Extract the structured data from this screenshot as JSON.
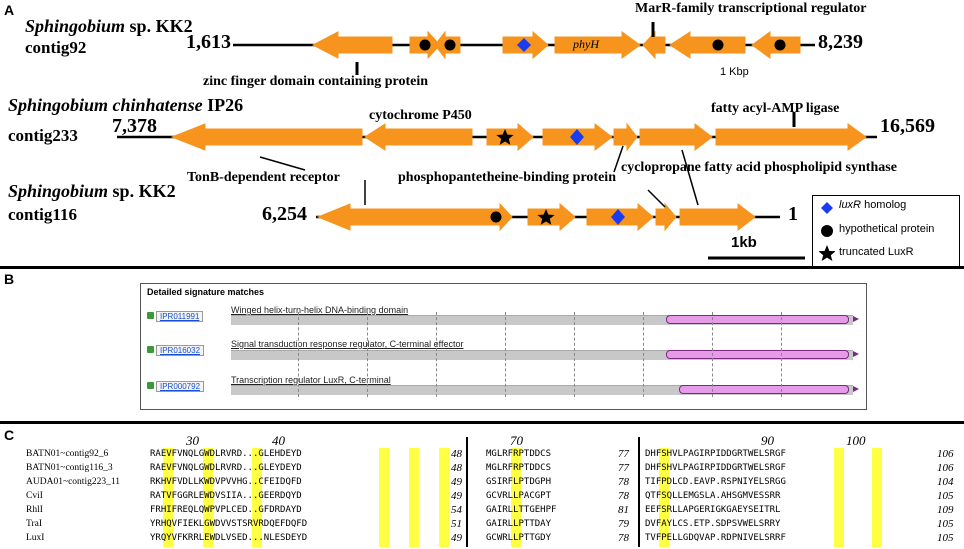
{
  "panels": {
    "a": "A",
    "b": "B",
    "c": "C"
  },
  "panelA": {
    "tracks": [
      {
        "species": "Sphingobium",
        "species_suffix": " sp. KK2",
        "contig": "contig92",
        "start": "1,613",
        "end": "8,239"
      },
      {
        "species": "Sphingobium chinhatense",
        "species_suffix": " IP26",
        "contig": "contig233",
        "start": "7,378",
        "end": "16,569"
      },
      {
        "species": "Sphingobium",
        "species_suffix": " sp. KK2",
        "contig": "contig116",
        "start": "6,254",
        "end": "1"
      }
    ],
    "annotations": {
      "marr": "MarR-family transcriptional regulator",
      "zinc": "zinc finger domain containing protein",
      "phyh": "phyH",
      "scale_small": "1 Kbp",
      "p450": "cytochrome P450",
      "fatty": "fatty acyl-AMP ligase",
      "tonb": "TonB-dependent receptor",
      "ppb": "phosphopantetheine-binding protein",
      "cfa": "cyclopropane fatty acid phospholipid synthase",
      "scale_large": "1kb"
    },
    "legend": {
      "luxr": "luxR",
      "luxr_suffix": " homolog",
      "hyp": "hypothetical protein",
      "trunc": "truncated LuxR"
    },
    "colors": {
      "gene": "#f7941d",
      "diamond": "#1a3cf0"
    }
  },
  "panelB": {
    "title": "Detailed signature matches",
    "rows": [
      {
        "id": "IPR011991",
        "label": "Winged helix-turn-helix DNA-binding domain",
        "start": 0.7,
        "end": 0.99
      },
      {
        "id": "IPR016032",
        "label": "Signal transduction response regulator, C-terminal effector",
        "start": 0.7,
        "end": 0.99
      },
      {
        "id": "IPR000792",
        "label": "Transcription regulator LuxR, C-terminal",
        "start": 0.72,
        "end": 0.99
      }
    ]
  },
  "panelC": {
    "positions": [
      "30",
      "40",
      "70",
      "90",
      "100"
    ],
    "names": [
      "BATN01~contig92_6",
      "BATN01~contig116_3",
      "AUDA01~contig223_11",
      "CviI",
      "RhlI",
      "TraI",
      "LuxI"
    ],
    "block1": [
      "RAEVFVNQLGWDLRVRD...GLEHDEYD",
      "RAEVFVNQLGWDLRVRD...GLEYDEYD",
      "RKHVFVDLLKWDVPVVHG..CFEIDQFD",
      "RATVFGGRLEWDVSIIA...GEERDQYD",
      "FRHIFREQLQWPVPLCED..GFDRDAYD",
      "YRHQVFIEKLGWDVVSTSRVRDQEFDQFD",
      "YRQYVFKRRLEWDLVSED...NLESDEYD"
    ],
    "end1": [
      "48",
      "48",
      "49",
      "49",
      "54",
      "51",
      "49"
    ],
    "block2": [
      "MGLRFRPTDDCS",
      "MGLRFRPTDDCS",
      "GSIRFLPTDGPH",
      "GCVRLLPACGPT",
      "GAIRLLTTGEHPF",
      "GAIRLLPTTDAY",
      "GCWRLLPTTGDY"
    ],
    "end2": [
      "77",
      "77",
      "78",
      "78",
      "81",
      "79",
      "78"
    ],
    "block3": [
      "DHFSHVLPAGIRPIDDGRTWELSRGF",
      "DHFSHVLPAGIRPIDDGRTWELSRGF",
      "TIFPDLCD.EAVP.RSPNIYELSRGG",
      "QTFSQLLEMGSLA.AHSGMVESSRR",
      "EEFSRLLAPGERIGKGAEYSEITRL",
      "DVFAYLCS.ETP.SDPSVWELSRRY",
      "TVFPELLGDQVAP.RDPNIVELSRRF"
    ],
    "end3": [
      "106",
      "106",
      "104",
      "105",
      "109",
      "105",
      "105"
    ]
  }
}
